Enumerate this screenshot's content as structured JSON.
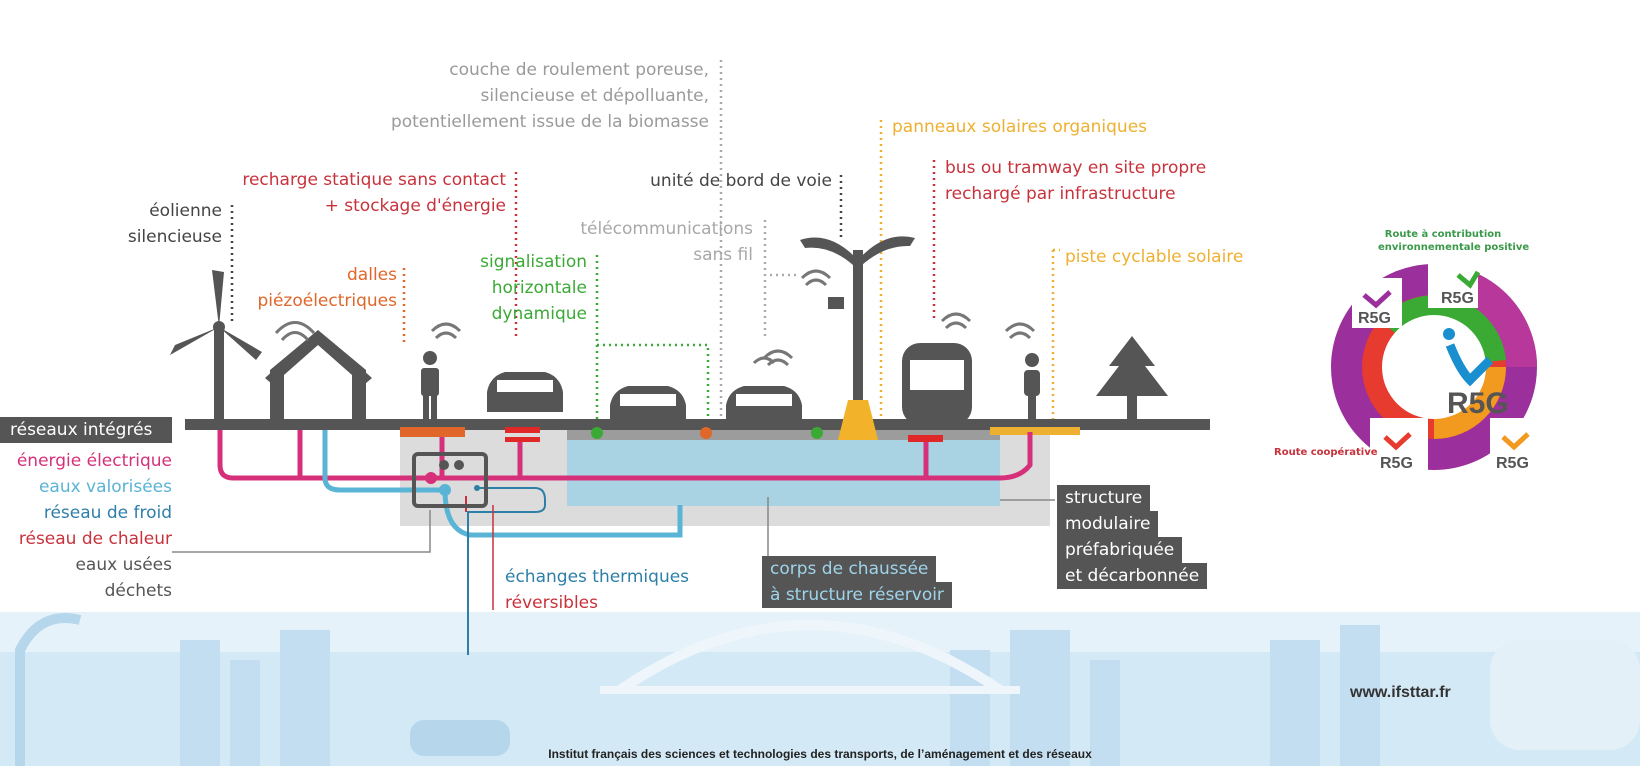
{
  "labels": {
    "couche": [
      "couche de roulement poreuse,",
      "silencieuse et dépolluante,",
      "potentiellement issue de la biomasse"
    ],
    "recharge": [
      "recharge statique sans contact",
      "+ stockage d'énergie"
    ],
    "eolienne": [
      "éolienne",
      "silencieuse"
    ],
    "dalles": [
      "dalles",
      "piézoélectriques"
    ],
    "signalisation": [
      "signalisation",
      "horizontale",
      "dynamique"
    ],
    "unite": "unité de bord de voie",
    "telecom": [
      "télécommunications",
      "sans fil"
    ],
    "panneaux": "panneaux solaires organiques",
    "bus": [
      "bus ou tramway en site propre",
      "rechargé par infrastructure"
    ],
    "piste": "piste cyclable solaire",
    "echanges": [
      "échanges thermiques",
      "réversibles"
    ],
    "corps": [
      "corps de chaussée",
      "à structure réservoir"
    ],
    "structure": [
      "structure",
      "modulaire",
      "préfabriquée",
      "et décarbonnée"
    ]
  },
  "legend": {
    "title": "réseaux intégrés",
    "items": [
      "énergie électrique",
      "eaux valorisées",
      "réseau de froid",
      "réseau de chaleur",
      "eaux usées",
      "déchets"
    ]
  },
  "logo": {
    "top_label": [
      "Route à contribution",
      "environnementale positive"
    ],
    "left_label": "Route coopérative",
    "mark": "R5G"
  },
  "footer": {
    "url": "www.ifsttar.fr",
    "institute": "Institut français des sciences et technologies des transports, de l’aménagement et des réseaux"
  },
  "colors": {
    "electric": "#d6307a",
    "water": "#5ab4d6",
    "cold": "#2d7fa8",
    "heat": "#c8323c",
    "ground": "#555555"
  }
}
